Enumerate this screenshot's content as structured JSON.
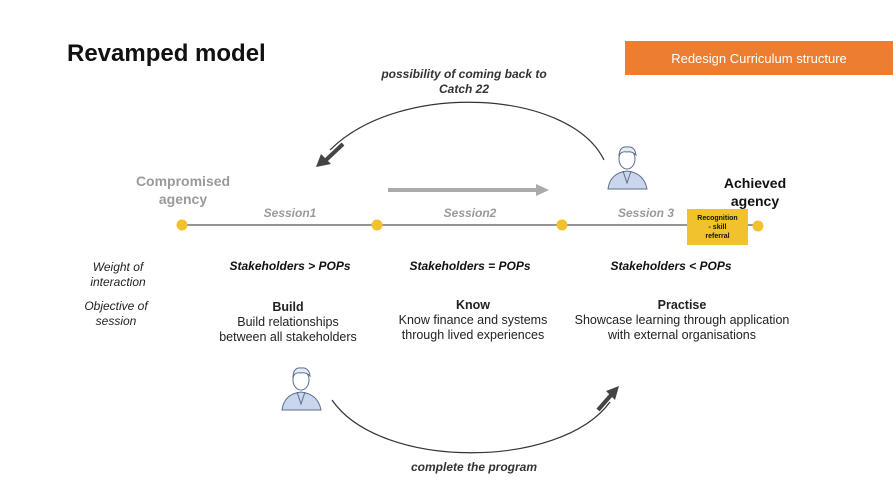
{
  "header": {
    "title": "Revamped model",
    "banner_label": "Redesign Curriculum structure"
  },
  "colors": {
    "banner": "#ED7D31",
    "dot": "#F2C12E",
    "badge": "#F2C12E",
    "timeline": "#555555",
    "progress_arrow": "#aaaaaa"
  },
  "top_arc": {
    "note": "possibility of coming back to\nCatch 22"
  },
  "bottom_arc": {
    "note": "complete the program"
  },
  "endpoints": {
    "start": "Compromised\nagency",
    "end": "Achieved\nagency"
  },
  "sessions": [
    "Session1",
    "Session2",
    "Session 3"
  ],
  "badge": {
    "text": "Recognition\n- skill\nreferral"
  },
  "row_labels": {
    "weight": "Weight of\ninteraction",
    "objective": "Objective of\nsession"
  },
  "ratios": [
    "Stakeholders > POPs",
    "Stakeholders = POPs",
    "Stakeholders < POPs"
  ],
  "phases": [
    {
      "heading": "Build",
      "description": "Build relationships\nbetween all stakeholders"
    },
    {
      "heading": "Know",
      "description": "Know finance and systems\nthrough lived experiences"
    },
    {
      "heading": "Practise",
      "description": "Showcase learning through application\nwith external organisations"
    }
  ],
  "icons": {
    "top_person": "person-icon",
    "bottom_person": "person-icon"
  }
}
